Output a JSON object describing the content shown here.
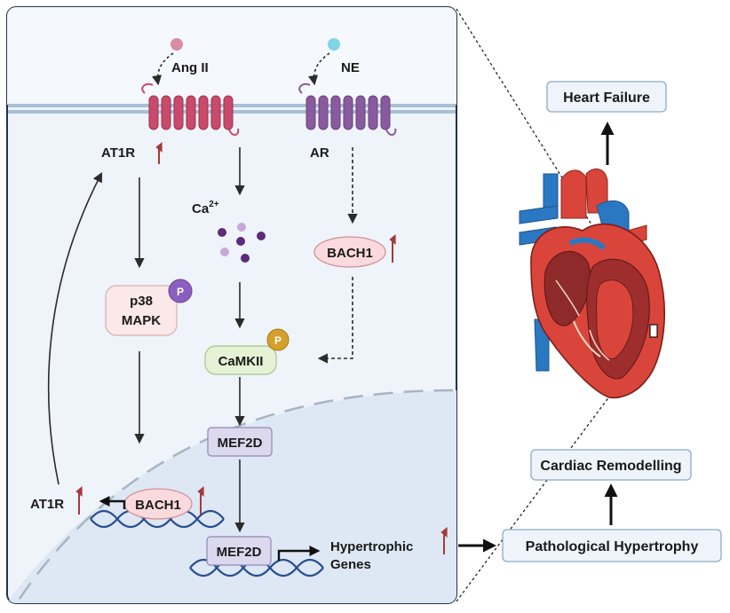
{
  "cell": {
    "ligand_1": "Ang II",
    "ligand_2": "NE",
    "receptor_1": "AT1R",
    "receptor_2": "AR",
    "calcium_base": "Ca",
    "calcium_sup": "2+",
    "p38_line1": "p38",
    "p38_line2": "MAPK",
    "phospho_tag": "P",
    "camkii": "CaMKII",
    "bach1": "BACH1",
    "mef2d": "MEF2D",
    "nuclear_at1r": "AT1R",
    "nuclear_bach1": "BACH1",
    "nuclear_mef2d": "MEF2D",
    "genes_line1": "Hypertrophic",
    "genes_line2": "Genes"
  },
  "outcomes": {
    "heart_failure": "Heart Failure",
    "cardiac_remodelling": "Cardiac Remodelling",
    "pathological_hypertrophy": "Pathological Hypertrophy"
  },
  "colors": {
    "cell_fill": "#eef4fa",
    "nucleus_fill": "#dde8f4",
    "membrane": "#a8bfd6",
    "at1r": "#c94a6a",
    "ar": "#8a5a9e",
    "up_arrow": "#a33a3a",
    "p38_fill": "#fbe8e8",
    "camkii_fill": "#e6f2d6",
    "bach1_fill": "#fadadd",
    "mef2d_fill": "#dcd9ee",
    "dna": "#2a4f8f",
    "heart_red": "#d9453a",
    "vessel_blue": "#2b78c2"
  }
}
